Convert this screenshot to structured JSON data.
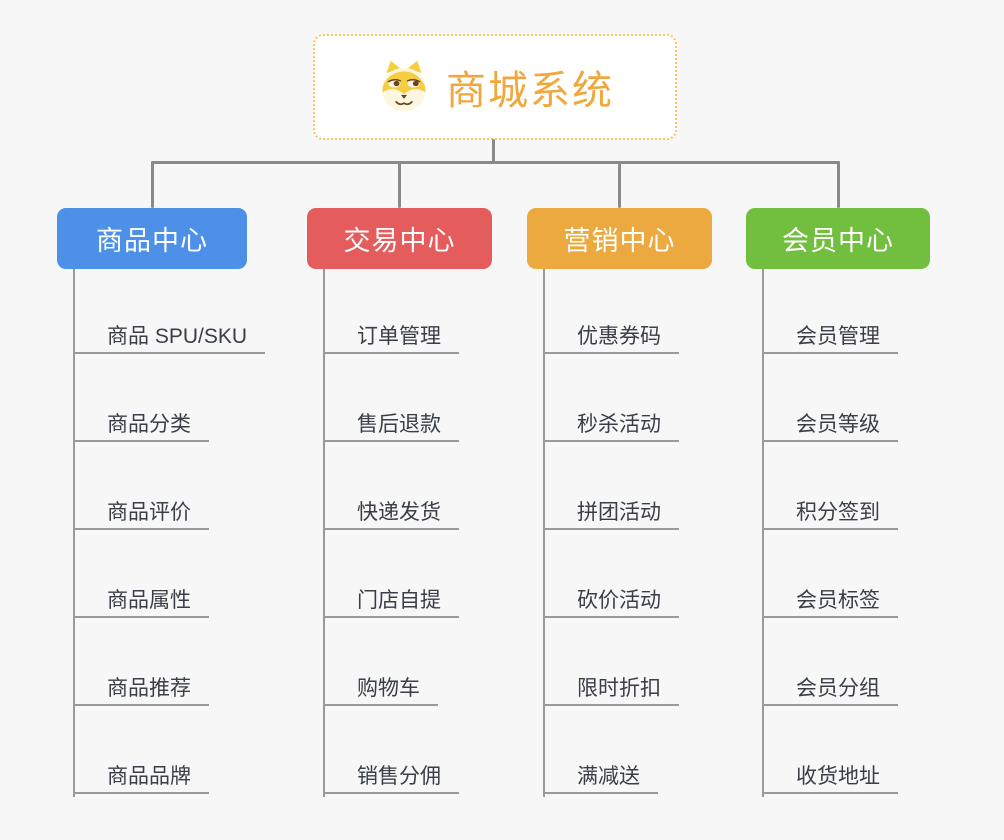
{
  "root": {
    "title": "商城系统",
    "icon": "shiba-dog-icon",
    "text_color": "#f0a73c",
    "border_color": "#f6c564"
  },
  "connector_color": "#8a8a8a",
  "branches": [
    {
      "label": "商品中心",
      "color": "#4d90e8",
      "children": [
        "商品 SPU/SKU",
        "商品分类",
        "商品评价",
        "商品属性",
        "商品推荐",
        "商品品牌"
      ]
    },
    {
      "label": "交易中心",
      "color": "#e45c5c",
      "children": [
        "订单管理",
        "售后退款",
        "快递发货",
        "门店自提",
        "购物车",
        "销售分佣"
      ]
    },
    {
      "label": "营销中心",
      "color": "#eba93f",
      "children": [
        "优惠券码",
        "秒杀活动",
        "拼团活动",
        "砍价活动",
        "限时折扣",
        "满减送"
      ]
    },
    {
      "label": "会员中心",
      "color": "#72bf40",
      "children": [
        "会员管理",
        "会员等级",
        "积分签到",
        "会员标签",
        "会员分组",
        "收货地址"
      ]
    }
  ]
}
